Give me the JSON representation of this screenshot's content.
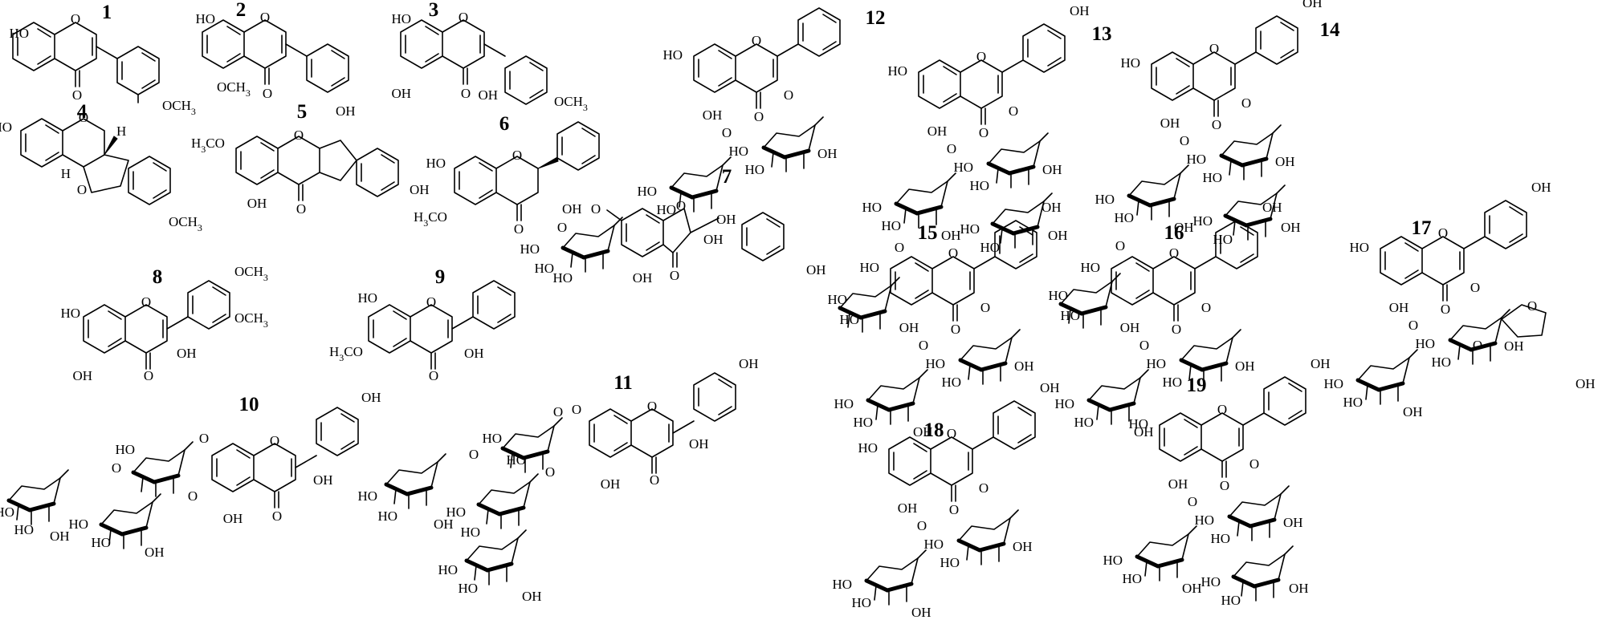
{
  "compounds": [
    {
      "number": "1"
    },
    {
      "number": "2"
    },
    {
      "number": "3"
    },
    {
      "number": "4"
    },
    {
      "number": "5"
    },
    {
      "number": "6"
    },
    {
      "number": "7"
    },
    {
      "number": "8"
    },
    {
      "number": "9"
    },
    {
      "number": "10"
    },
    {
      "number": "11"
    },
    {
      "number": "12"
    },
    {
      "number": "13"
    },
    {
      "number": "14"
    },
    {
      "number": "15"
    },
    {
      "number": "16"
    },
    {
      "number": "17"
    },
    {
      "number": "18"
    },
    {
      "number": "19"
    }
  ],
  "labels": {
    "oh": "OH",
    "ho": "HO",
    "och3": "OCH3",
    "h3co": "H3CO",
    "o": "O",
    "h": "H"
  }
}
